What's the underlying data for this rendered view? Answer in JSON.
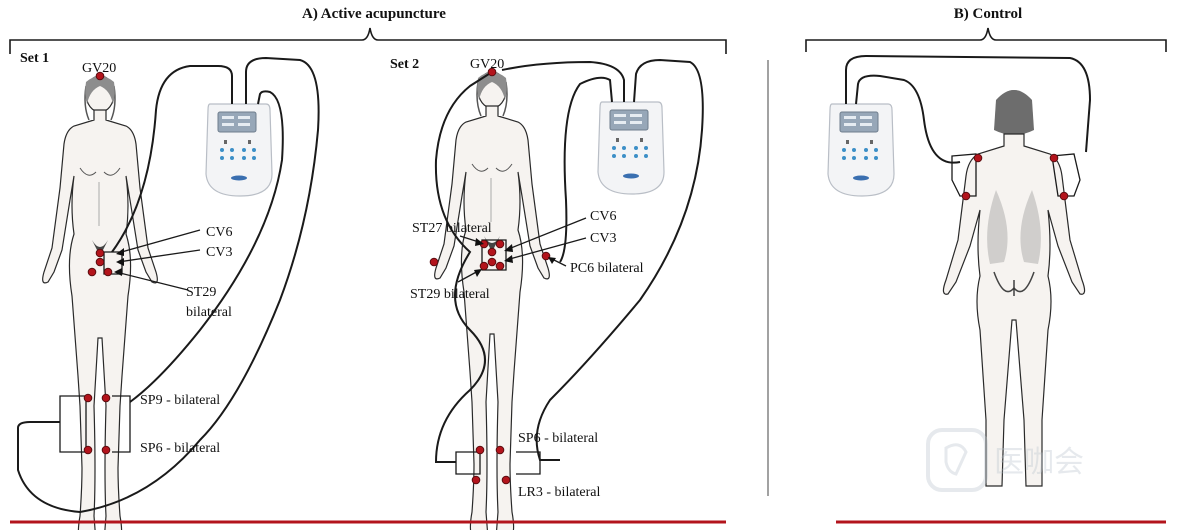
{
  "titles": {
    "active": "A) Active acupuncture",
    "control": "B) Control"
  },
  "sets": {
    "set1": "Set 1",
    "set2": "Set 2"
  },
  "labels_set1": {
    "gv20": "GV20",
    "cv6": "CV6",
    "cv3": "CV3",
    "st29_line1": "ST29",
    "st29_line2": "bilateral",
    "sp9": "SP9 - bilateral",
    "sp6": "SP6 - bilateral"
  },
  "labels_set2": {
    "gv20": "GV20",
    "st27": "ST27 bilateral",
    "cv6": "CV6",
    "cv3": "CV3",
    "pc6": "PC6 bilateral",
    "st29": "ST29 bilateral",
    "sp6": "SP6 - bilateral",
    "lr3": "LR3 - bilateral"
  },
  "watermark": "医咖会",
  "colors": {
    "point": "#b3141c",
    "separator": "#b3141c",
    "wire": "#1a1a1a",
    "device_button": "#3c8fc7"
  },
  "icons": {
    "device": "electro-stimulator-device-icon",
    "body_front": "female-figure-front",
    "body_back": "female-figure-back"
  }
}
